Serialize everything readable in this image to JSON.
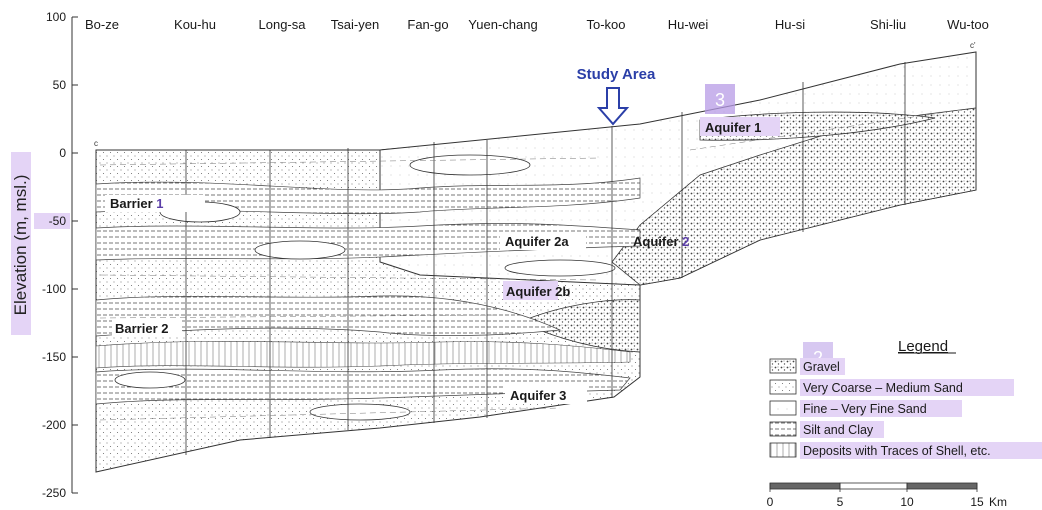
{
  "locations": [
    "Bo-ze",
    "Kou-hu",
    "Long-sa",
    "Tsai-yen",
    "Fan-go",
    "Yuen-chang",
    "To-koo",
    "Hu-wei",
    "Hu-si",
    "Shi-liu",
    "Wu-too"
  ],
  "y_axis": {
    "label": "Elevation (m, msl.)",
    "ticks": [
      "100",
      "50",
      "0",
      "-50",
      "-100",
      "-150",
      "-200",
      "-250"
    ]
  },
  "study_area": {
    "label": "Study Area",
    "icon": "down-arrow-icon",
    "color": "#2b3fa8"
  },
  "units": {
    "barrier_1": {
      "text": "Barrier",
      "num": "1"
    },
    "barrier_2": "Barrier 2",
    "aquifer_1": "Aquifer 1",
    "aquifer_2a": "Aquifer 2a",
    "aquifer_2": {
      "text": "Aquifer",
      "num": "2"
    },
    "aquifer_2b": {
      "text": "Aquifer",
      "num": "2b"
    },
    "aquifer_3": "Aquifer 3"
  },
  "markers": [
    "3",
    "2"
  ],
  "legend": {
    "title": "Legend",
    "items": [
      {
        "label": "Gravel",
        "pattern": "gravel"
      },
      {
        "label": "Very Coarse – Medium Sand",
        "pattern": "coarse-sand"
      },
      {
        "label": "Fine – Very Fine Sand",
        "pattern": "fine-sand"
      },
      {
        "label": "Silt and Clay",
        "pattern": "silt-clay"
      },
      {
        "label": "Deposits with Traces of Shell, etc.",
        "pattern": "shell"
      }
    ]
  },
  "scale_bar": {
    "ticks": [
      "0",
      "5",
      "10",
      "15"
    ],
    "unit": "Km"
  },
  "colors": {
    "highlight": "#e4d4f6",
    "marker": "#b79be6",
    "study_arrow": "#2b3fa8"
  }
}
